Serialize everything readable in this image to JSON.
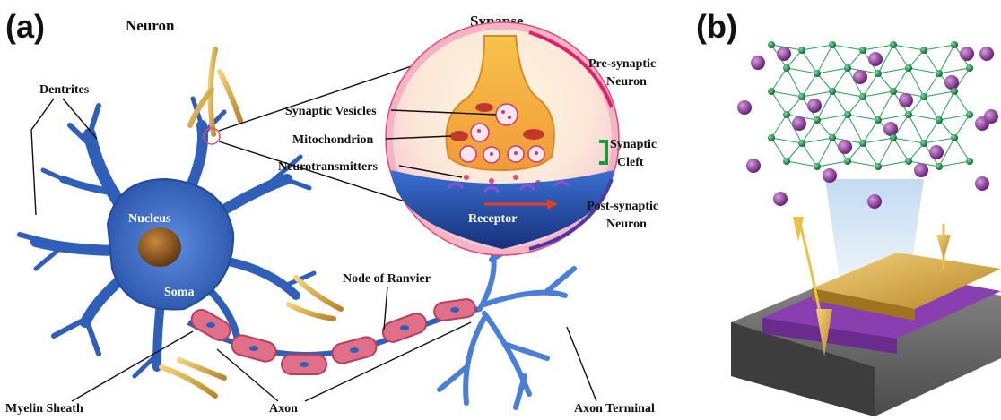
{
  "panels": {
    "a": "(a)",
    "b": "(b)"
  },
  "titles": {
    "neuron": "Neuron",
    "synapse": "Synapse"
  },
  "labels": {
    "dentrites": "Dentrites",
    "nucleus": "Nucleus",
    "soma": "Soma",
    "myelin_sheath": "Myelin Sheath",
    "axon": "Axon",
    "node_of_ranvier": "Node of Ranvier",
    "axon_terminal": "Axon Terminal",
    "synaptic_vesicles": "Synaptic Vesicles",
    "mitochondrion": "Mitochondrion",
    "neurotransmitters": "Neurotransmitters",
    "receptor": "Receptor",
    "pre_synaptic_1": "Pre-synaptic",
    "pre_synaptic_2": "Neuron",
    "synaptic_cleft_1": "Synaptic",
    "synaptic_cleft_2": "Cleft",
    "post_synaptic_1": "Post-synaptic",
    "post_synaptic_2": "Neuron"
  },
  "colors": {
    "neuron_blue": "#2f5fb8",
    "myelin_pink": "#e0708a",
    "synapse_ring": "#e24a78",
    "gold": "#d9a53a",
    "purple_atom": "#7a2a8a",
    "green_atom": "#1f8a4a"
  }
}
